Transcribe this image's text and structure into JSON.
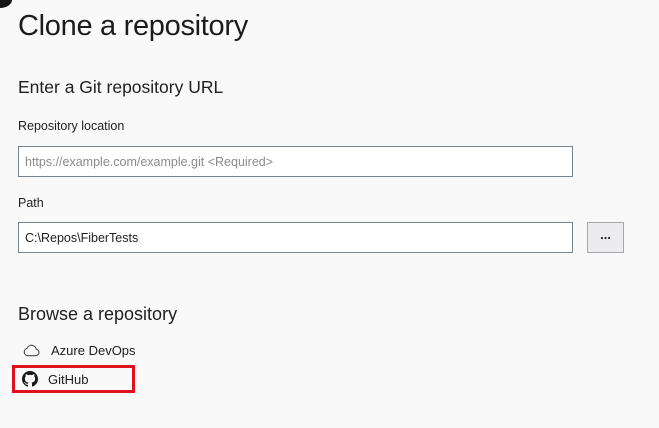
{
  "window": {
    "title": "Clone a repository"
  },
  "url_section": {
    "heading": "Enter a Git repository URL",
    "repository_location": {
      "label": "Repository location",
      "placeholder": "https://example.com/example.git <Required>",
      "value": ""
    },
    "path": {
      "label": "Path",
      "value": "C:\\Repos\\FiberTests"
    },
    "browse_path_button_label": "..."
  },
  "browse_section": {
    "heading": "Browse a repository",
    "items": [
      {
        "label": "Azure DevOps",
        "icon": "azure-devops-cloud-icon",
        "highlighted": false
      },
      {
        "label": "GitHub",
        "icon": "github-icon",
        "highlighted": true
      }
    ]
  },
  "annotation": {
    "highlight_border_color": "#e0111c"
  },
  "colors": {
    "page_background": "#f9f9f9",
    "input_border": "#77838f",
    "text_primary": "#1e1e1e",
    "placeholder_text": "#8b8b8b",
    "button_background": "#ececee"
  }
}
